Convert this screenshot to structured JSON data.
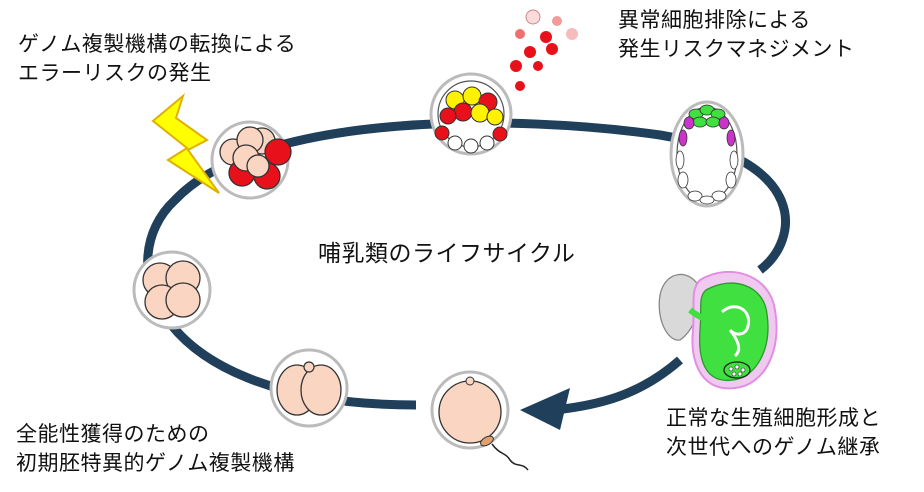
{
  "center_title": "哺乳類のライフサイクル",
  "labels": {
    "genome_error": [
      "ゲノム複製機構の転換による",
      "エラーリスクの発生"
    ],
    "cell_elimination": [
      "異常細胞排除による",
      "発生リスクマネジメント"
    ],
    "totipotency": [
      "全能性獲得のための",
      "初期胚特異的ゲノム複製機構"
    ],
    "germline": [
      "正常な生殖細胞形成と",
      "次世代へのゲノム継承"
    ]
  },
  "colors": {
    "cycle": "#1f3f5a",
    "cell_fill": "#fad5c2",
    "error_red": "#e8101a",
    "yellow": "#fff200",
    "green": "#3fe03f",
    "magenta": "#cc33cc",
    "lightning": "#ffff00"
  }
}
